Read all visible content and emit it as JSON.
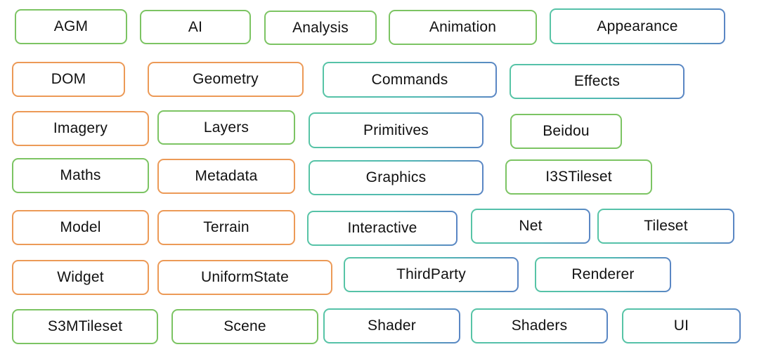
{
  "colors": {
    "green": "#7cc463",
    "orange": "#ec9a57",
    "teal": "#57c4a6",
    "blue_end": "#5a86c4"
  },
  "modules": [
    {
      "label": "AGM",
      "color": "green"
    },
    {
      "label": "AI",
      "color": "green"
    },
    {
      "label": "Analysis",
      "color": "green"
    },
    {
      "label": "Animation",
      "color": "green"
    },
    {
      "label": "Appearance",
      "color": "teal"
    },
    {
      "label": "DOM",
      "color": "orange"
    },
    {
      "label": "Geometry",
      "color": "orange"
    },
    {
      "label": "Commands",
      "color": "teal"
    },
    {
      "label": "Effects",
      "color": "teal"
    },
    {
      "label": "Imagery",
      "color": "orange"
    },
    {
      "label": "Layers",
      "color": "green"
    },
    {
      "label": "Primitives",
      "color": "teal"
    },
    {
      "label": "Beidou",
      "color": "green"
    },
    {
      "label": "Maths",
      "color": "green"
    },
    {
      "label": "Metadata",
      "color": "orange"
    },
    {
      "label": "Graphics",
      "color": "teal"
    },
    {
      "label": "I3STileset",
      "color": "green"
    },
    {
      "label": "Model",
      "color": "orange"
    },
    {
      "label": "Terrain",
      "color": "orange"
    },
    {
      "label": "Interactive",
      "color": "teal"
    },
    {
      "label": "Net",
      "color": "teal"
    },
    {
      "label": "Tileset",
      "color": "teal"
    },
    {
      "label": "Widget",
      "color": "orange"
    },
    {
      "label": "UniformState",
      "color": "orange"
    },
    {
      "label": "ThirdParty",
      "color": "teal"
    },
    {
      "label": "Renderer",
      "color": "teal"
    },
    {
      "label": "S3MTileset",
      "color": "green"
    },
    {
      "label": "Scene",
      "color": "green"
    },
    {
      "label": "Shader",
      "color": "teal"
    },
    {
      "label": "Shaders",
      "color": "teal"
    },
    {
      "label": "UI",
      "color": "teal"
    }
  ]
}
